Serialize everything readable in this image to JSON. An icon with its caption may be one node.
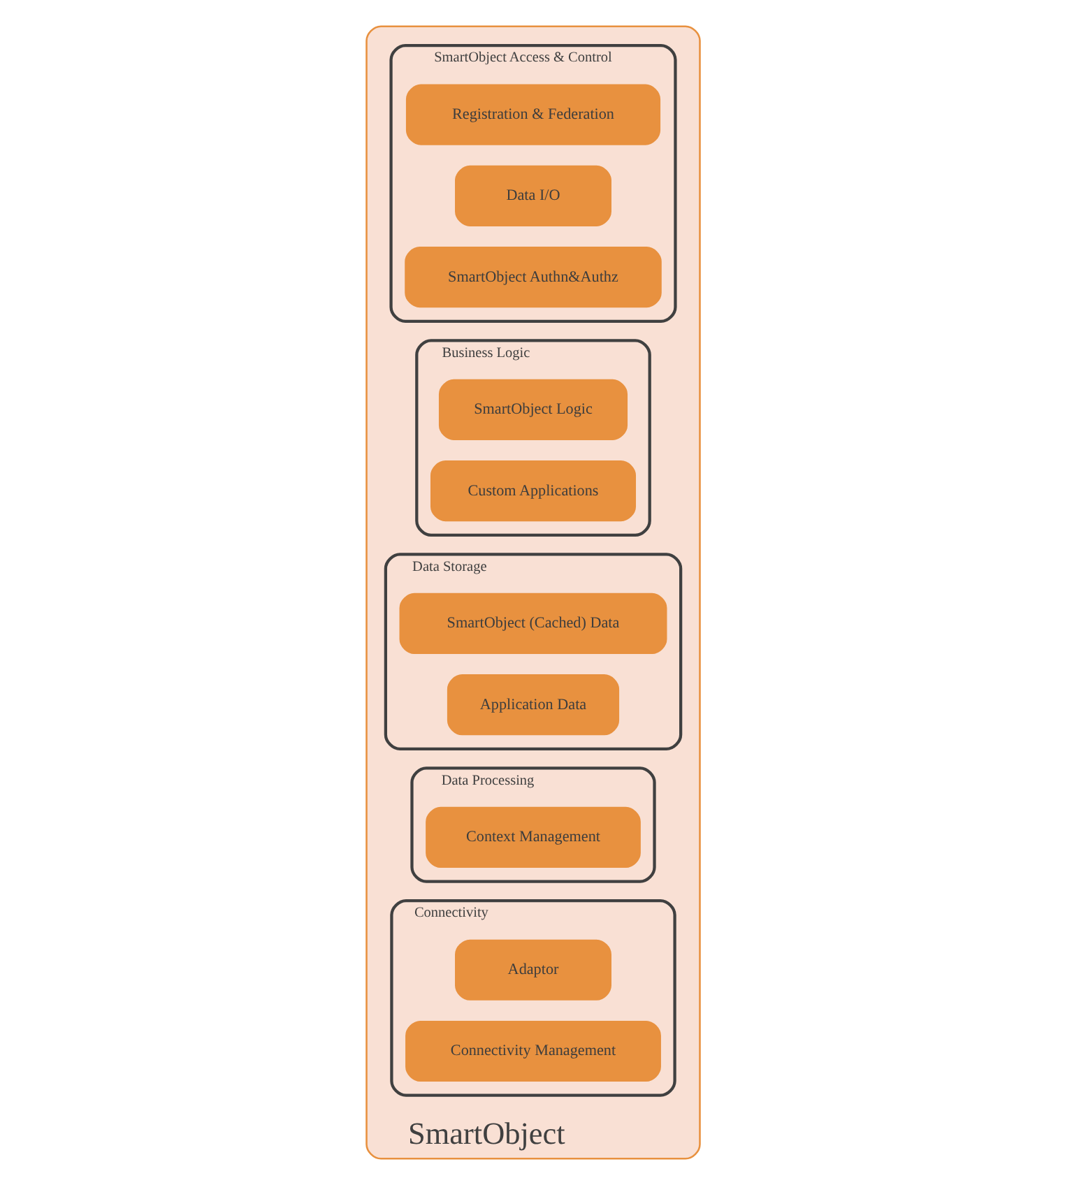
{
  "diagram": {
    "nodes": [
      {
        "text": [
          "SmartObject"
        ]
      },
      {
        "text": [
          "SmartObject Access & Control"
        ],
        "in": 0
      },
      {
        "text": [
          "Registration & Federation"
        ],
        "in": 1
      },
      {
        "text": [
          "Data I/O"
        ],
        "in": 1
      },
      {
        "text": [
          "SmartObject Authn&Authz"
        ],
        "in": 1
      },
      {
        "text": [
          "Business Logic"
        ],
        "in": 0
      },
      {
        "text": [
          "SmartObject Logic"
        ],
        "in": 5
      },
      {
        "text": [
          "Custom Applications"
        ],
        "in": 5
      },
      {
        "text": [
          "Data Storage"
        ],
        "in": 0
      },
      {
        "text": [
          "SmartObject (Cached) Data"
        ],
        "in": 8
      },
      {
        "text": [
          "Application Data"
        ],
        "in": 8
      },
      {
        "text": [
          "Data Processing"
        ],
        "in": 0
      },
      {
        "text": [
          "Context Management"
        ],
        "in": 11
      },
      {
        "text": [
          "Connectivity"
        ],
        "in": 0
      },
      {
        "text": [
          "Adaptor"
        ],
        "in": 13
      },
      {
        "text": [
          "Connectivity Management"
        ],
        "in": 13
      }
    ]
  }
}
